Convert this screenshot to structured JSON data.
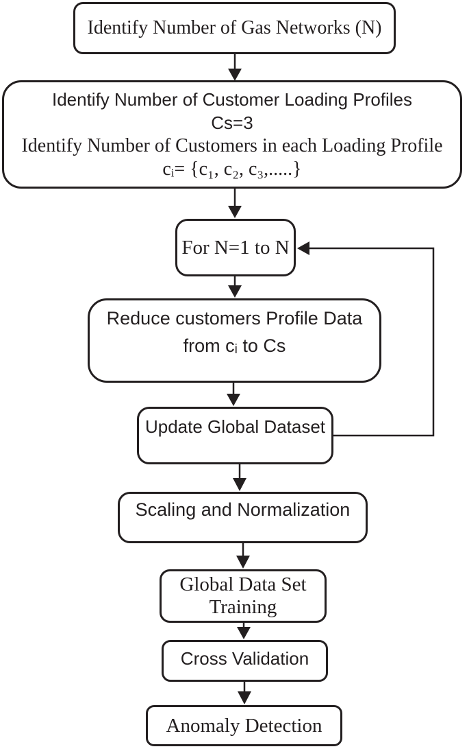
{
  "flow": {
    "colors": {
      "line": "#231f20",
      "background": "#ffffff"
    },
    "nodes": {
      "identify_networks": {
        "label": "Identify Number of Gas Networks (N)"
      },
      "identify_profiles": {
        "lines": [
          "Identify Number of Customer Loading Profiles",
          "Cs=3",
          "Identify Number of Customers in each Loading Profile",
          "cᵢ= {c₁, c₂, c₃,.....}"
        ]
      },
      "for_loop": {
        "label": "For N=1 to N"
      },
      "reduce_profiles": {
        "lines": [
          "Reduce customers Profile Data",
          "from cᵢ to Cs"
        ]
      },
      "update_dataset": {
        "label": "Update Global Dataset"
      },
      "scaling": {
        "label": "Scaling and Normalization"
      },
      "training": {
        "lines": [
          "Global Data Set",
          "Training"
        ]
      },
      "cross_validation": {
        "label": "Cross Validation"
      },
      "anomaly_detection": {
        "label": "Anomaly Detection"
      }
    },
    "edges": [
      {
        "from": "identify_networks",
        "to": "identify_profiles",
        "type": "arrow"
      },
      {
        "from": "identify_profiles",
        "to": "for_loop",
        "type": "arrow"
      },
      {
        "from": "for_loop",
        "to": "reduce_profiles",
        "type": "arrow"
      },
      {
        "from": "reduce_profiles",
        "to": "update_dataset",
        "type": "arrow"
      },
      {
        "from": "update_dataset",
        "to": "scaling",
        "type": "arrow"
      },
      {
        "from": "scaling",
        "to": "training",
        "type": "arrow"
      },
      {
        "from": "training",
        "to": "cross_validation",
        "type": "arrow"
      },
      {
        "from": "cross_validation",
        "to": "anomaly_detection",
        "type": "arrow"
      },
      {
        "from": "update_dataset",
        "to": "for_loop",
        "type": "loop-back"
      }
    ]
  }
}
